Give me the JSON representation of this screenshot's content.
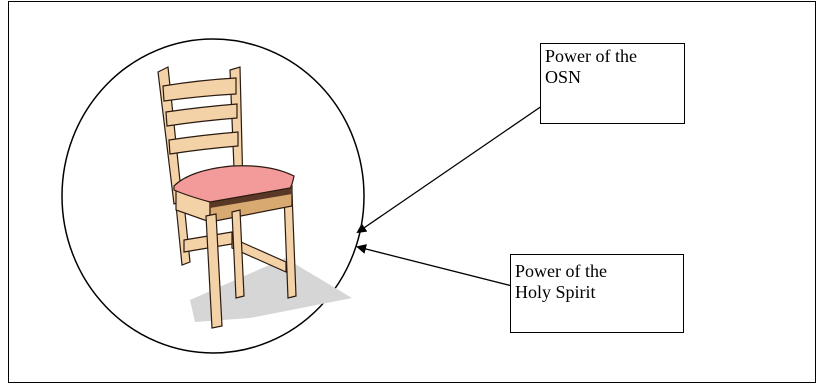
{
  "labels": {
    "osn": {
      "line1": "Power of the",
      "line2": "OSN"
    },
    "spirit": {
      "line1": "Power of the",
      "line2": "Holy Spirit"
    }
  },
  "colors": {
    "frame": "#000000",
    "chair_wood": "#F4D2A8",
    "chair_wood_shade": "#D9A972",
    "chair_outline": "#2A1A10",
    "seat": "#F39A9A",
    "seat_edge": "#5A3826",
    "shadow": "#D6D6D6"
  },
  "icons": {
    "chair": "chair-clipart",
    "circle": "enclosing-circle",
    "arrow": "arrow"
  }
}
